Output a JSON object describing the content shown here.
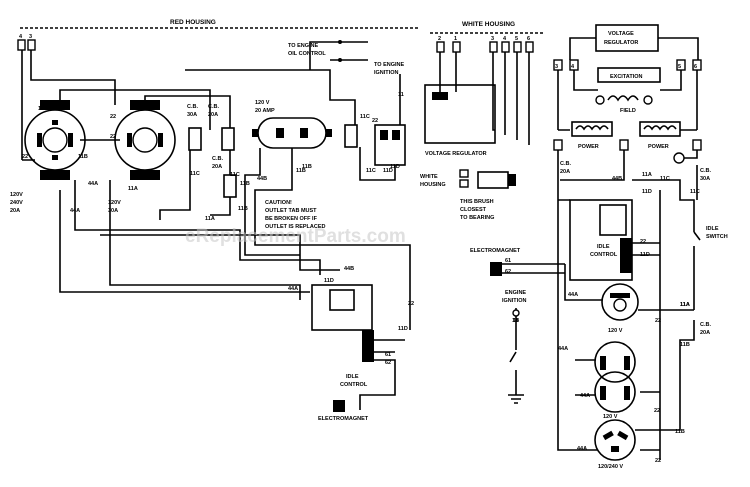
{
  "housings": {
    "red": "RED HOUSING",
    "white": "WHITE HOUSING"
  },
  "engine": {
    "oil_control": [
      "TO ENGINE",
      "OIL CONTROL"
    ],
    "ignition_to": [
      "TO ENGINE",
      "IGNITION"
    ],
    "ignition": [
      "ENGINE",
      "IGNITION"
    ]
  },
  "outlets": {
    "outlet_120_240": [
      "120V",
      "240V",
      "20A"
    ],
    "outlet_120_30": [
      "120V",
      "30A"
    ],
    "rating_120v_20a": [
      "120 V",
      "20 AMP"
    ],
    "r120a": "120 V",
    "r120b": "120 V",
    "r120_240": "120/240 V"
  },
  "breakers": {
    "cb30_a": [
      "C.B.",
      "30A"
    ],
    "cb20_a": [
      "C.B.",
      "20A"
    ],
    "cb20_b": [
      "C.B.",
      "20A"
    ],
    "cb20_c": [
      "C.B.",
      "20A"
    ],
    "cb30_b": [
      "C.B.",
      "30A"
    ],
    "cb20_d": [
      "C.B.",
      "20A"
    ]
  },
  "caution": [
    "CAUTION!",
    "OUTLET TAB MUST",
    "BE BROKEN OFF IF",
    "OUTLET IS REPLACED"
  ],
  "voltage_regulator": {
    "caption": "VOLTAGE REGULATOR",
    "box": [
      "VOLTAGE",
      "REGULATOR"
    ]
  },
  "brush_note": [
    "THIS BRUSH",
    "CLOSEST",
    "TO BEARING"
  ],
  "white_housing_left": [
    "WHITE",
    "HOUSING"
  ],
  "excitation": "EXCITATION",
  "field": "FIELD",
  "power_a": "POWER",
  "power_b": "POWER",
  "idle_control_a": [
    "IDLE",
    "CONTROL"
  ],
  "idle_control_b": [
    "IDLE",
    "CONTROL"
  ],
  "idle_switch": [
    "IDLE",
    "SWITCH"
  ],
  "electromagnet_a": "ELECTROMAGNET",
  "electromagnet_b": "ELECTROMAGNET",
  "watermark": "eReplacementParts.com",
  "terminals": {
    "top_left": [
      "4",
      "3"
    ],
    "white_housing": [
      "2",
      "1",
      "3",
      "4",
      "5",
      "6"
    ],
    "right_top": [
      "3",
      "4",
      "5",
      "6"
    ]
  },
  "wire_numbers": {
    "left": [
      "11",
      "22",
      "22",
      "11A",
      "11B",
      "44A",
      "44A",
      "22",
      "11A",
      "11B",
      "11C",
      "11B",
      "11B",
      "44B",
      "11C",
      "11D",
      "44B",
      "44A",
      "11C",
      "11B",
      "22",
      "11D",
      "11C",
      "11",
      "11D",
      "22",
      "11D",
      "61",
      "62",
      "18",
      "44A"
    ],
    "right": [
      "44B",
      "11A",
      "11D",
      "22",
      "11D",
      "61",
      "62",
      "11A",
      "22",
      "44A",
      "11C",
      "11B",
      "44A",
      "22",
      "11B",
      "44A",
      "22",
      "18",
      "11C",
      "11A"
    ]
  }
}
